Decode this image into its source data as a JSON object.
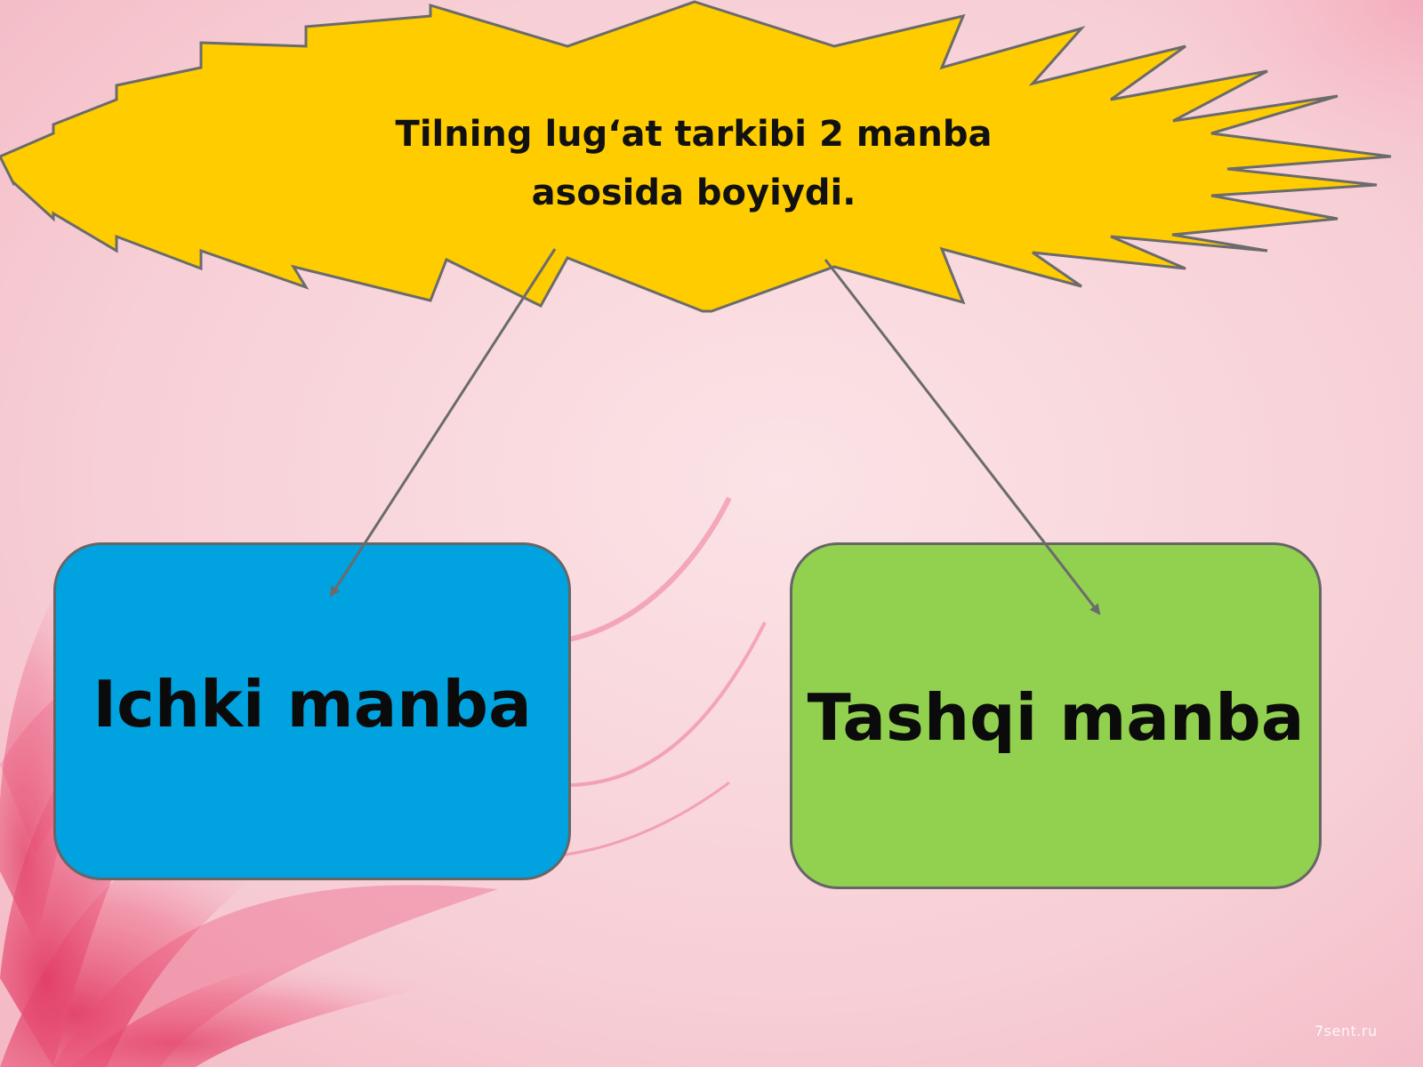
{
  "title": "Tilning lug‘at tarkibi 2 manba asosida boyiydi.",
  "title_line1": "Tilning lug‘at tarkibi 2 manba",
  "title_line2": "asosida boyiydi.",
  "nodes": [
    {
      "label": "Ichki manba",
      "color": "#00a2e0"
    },
    {
      "label": "Tashqi manba",
      "color": "#92d050"
    }
  ],
  "starburst_color": "#ffcc00",
  "watermark": "7sent.ru",
  "colors": {
    "background": "#f7d3d8",
    "flower_accent": "#e8406a",
    "stroke": "#666666"
  }
}
